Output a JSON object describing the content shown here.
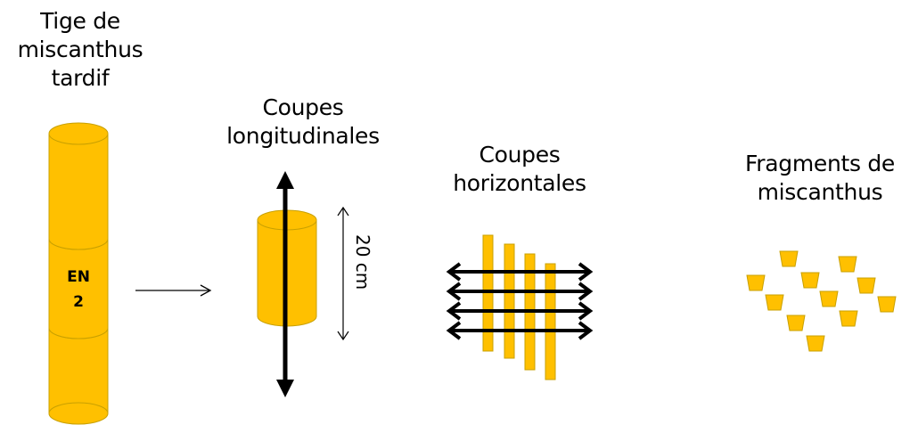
{
  "stem": {
    "title_lines": [
      "Tige de",
      "miscanthus",
      "tardif"
    ],
    "internode_line1": "EN",
    "internode_line2": "2"
  },
  "longitudinal": {
    "title_lines": [
      "Coupes",
      "longitudinales"
    ],
    "dimension": "20 cm"
  },
  "horizontal": {
    "title_lines": [
      "Coupes",
      "horizontales"
    ]
  },
  "fragments": {
    "title_lines": [
      "Fragments de",
      "miscanthus"
    ]
  },
  "colors": {
    "fill": "#ffc000",
    "stroke": "#c8a000",
    "ink": "#000000"
  }
}
